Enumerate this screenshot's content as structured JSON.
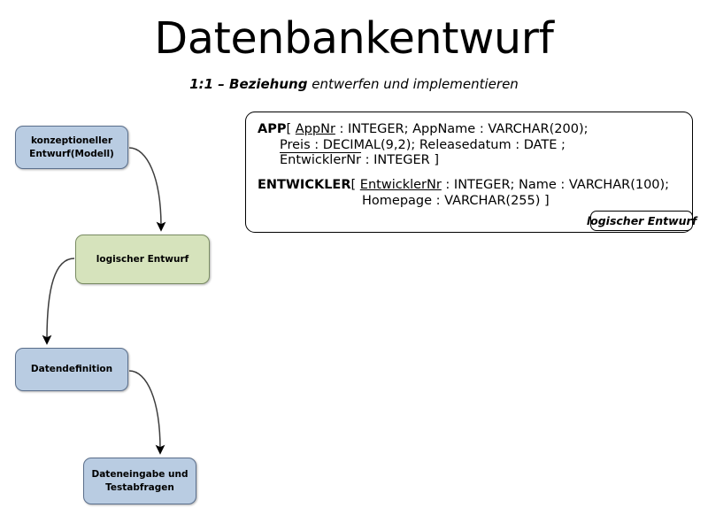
{
  "slide": {
    "title": "Datenbankentwurf",
    "subtitle_strong": "1:1 – Beziehung",
    "subtitle_light": "entwerfen und implementieren"
  },
  "flowchart": {
    "boxes": [
      {
        "id": "konzept",
        "label_line1": "konzeptioneller",
        "label_line2": "Entwurf(Modell)",
        "color": "#b9cce2"
      },
      {
        "id": "logisch",
        "label_line1": "logischer Entwurf",
        "label_line2": "",
        "color": "#d6e3bc"
      },
      {
        "id": "datendef",
        "label_line1": "Datendefinition",
        "label_line2": "",
        "color": "#b9cce2"
      },
      {
        "id": "eingabe",
        "label_line1": "Dateneingabe und",
        "label_line2": "Testabfragen",
        "color": "#b9cce2"
      }
    ],
    "arrows": [
      {
        "from": "konzept",
        "to": "logisch"
      },
      {
        "from": "logisch",
        "to": "datendef"
      },
      {
        "from": "datendef",
        "to": "eingabe"
      }
    ]
  },
  "schema": {
    "tag_label": "logischer Entwurf",
    "relations": [
      {
        "name": "APP",
        "lines": [
          {
            "indent": "none",
            "parts": [
              {
                "text": "[ ",
                "style": "plain"
              },
              {
                "text": "AppNr",
                "style": "pk"
              },
              {
                "text": " : INTEGER; AppName : VARCHAR(200);",
                "style": "plain"
              }
            ]
          },
          {
            "indent": "app",
            "parts": [
              {
                "text": "Preis : DECIMAL(9,2); Releasedatum : DATE ;",
                "style": "plain"
              }
            ]
          },
          {
            "indent": "app",
            "parts": [
              {
                "text": "EntwicklerNr",
                "style": "fk"
              },
              {
                "text": " : INTEGER ]",
                "style": "plain"
              }
            ]
          }
        ]
      },
      {
        "name": "ENTWICKLER",
        "lines": [
          {
            "indent": "none",
            "parts": [
              {
                "text": "[ ",
                "style": "plain"
              },
              {
                "text": "EntwicklerNr",
                "style": "pk"
              },
              {
                "text": " : INTEGER; Name : VARCHAR(100);",
                "style": "plain"
              }
            ]
          },
          {
            "indent": "entw",
            "parts": [
              {
                "text": "Homepage : VARCHAR(255) ]",
                "style": "plain"
              }
            ]
          }
        ]
      }
    ]
  },
  "colors": {
    "box_blue": "#b9cce2",
    "box_green": "#d6e3bc",
    "outline": "#000000",
    "background": "#ffffff"
  }
}
